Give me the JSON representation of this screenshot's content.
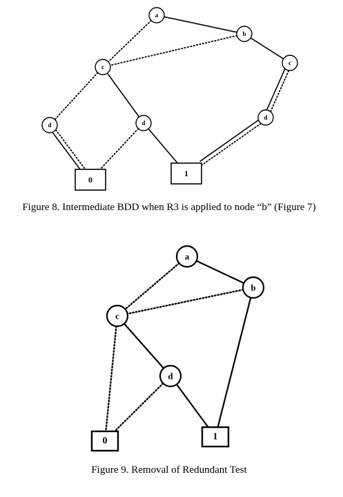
{
  "figures": [
    {
      "id": "fig8",
      "caption": "Figure 8. Intermediate BDD when R3 is applied to node “b” (Figure 7)",
      "nodes": [
        {
          "id": "a",
          "label": "a",
          "shape": "circle"
        },
        {
          "id": "b",
          "label": "b",
          "shape": "circle"
        },
        {
          "id": "c1",
          "label": "c",
          "shape": "circle"
        },
        {
          "id": "c2",
          "label": "c",
          "shape": "circle"
        },
        {
          "id": "d1",
          "label": "d",
          "shape": "circle"
        },
        {
          "id": "d2",
          "label": "d",
          "shape": "circle"
        },
        {
          "id": "d3",
          "label": "d",
          "shape": "circle"
        },
        {
          "id": "t0",
          "label": "0",
          "shape": "box"
        },
        {
          "id": "t1",
          "label": "1",
          "shape": "box"
        }
      ],
      "edges": [
        {
          "from": "a",
          "to": "c1",
          "style": "dotted"
        },
        {
          "from": "a",
          "to": "b",
          "style": "solid"
        },
        {
          "from": "b",
          "to": "c1",
          "style": "dotted"
        },
        {
          "from": "b",
          "to": "c2",
          "style": "solid"
        },
        {
          "from": "c1",
          "to": "d1",
          "style": "dotted"
        },
        {
          "from": "c1",
          "to": "d2",
          "style": "solid"
        },
        {
          "from": "c2",
          "to": "d3",
          "style": "dotted"
        },
        {
          "from": "c2",
          "to": "d3",
          "style": "solid"
        },
        {
          "from": "d1",
          "to": "t0",
          "style": "dotted"
        },
        {
          "from": "d1",
          "to": "t0",
          "style": "solid"
        },
        {
          "from": "d2",
          "to": "t0",
          "style": "dotted"
        },
        {
          "from": "d2",
          "to": "t1",
          "style": "solid"
        },
        {
          "from": "d3",
          "to": "t1",
          "style": "dotted"
        },
        {
          "from": "d3",
          "to": "t1",
          "style": "solid"
        }
      ]
    },
    {
      "id": "fig9",
      "caption": "Figure 9. Removal of Redundant Test",
      "nodes": [
        {
          "id": "a",
          "label": "a",
          "shape": "circle"
        },
        {
          "id": "b",
          "label": "b",
          "shape": "circle"
        },
        {
          "id": "c",
          "label": "c",
          "shape": "circle"
        },
        {
          "id": "d",
          "label": "d",
          "shape": "circle"
        },
        {
          "id": "t0",
          "label": "0",
          "shape": "box"
        },
        {
          "id": "t1",
          "label": "1",
          "shape": "box"
        }
      ],
      "edges": [
        {
          "from": "a",
          "to": "c",
          "style": "dotted"
        },
        {
          "from": "a",
          "to": "b",
          "style": "solid"
        },
        {
          "from": "b",
          "to": "c",
          "style": "dotted"
        },
        {
          "from": "b",
          "to": "t1",
          "style": "solid"
        },
        {
          "from": "c",
          "to": "t0",
          "style": "dotted"
        },
        {
          "from": "c",
          "to": "d",
          "style": "solid"
        },
        {
          "from": "d",
          "to": "t0",
          "style": "dotted"
        },
        {
          "from": "d",
          "to": "t1",
          "style": "solid"
        }
      ]
    }
  ]
}
